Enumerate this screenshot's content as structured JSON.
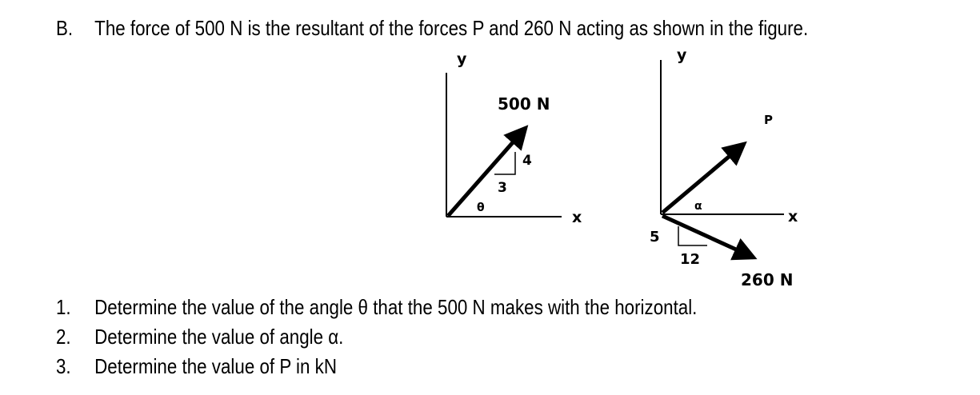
{
  "problem": {
    "letter": "B.",
    "statement": "The force of 500 N is the resultant of the forces P and 260 N acting as shown in the figure."
  },
  "figure": {
    "left": {
      "y_axis_label": "y",
      "x_axis_label": "x",
      "force_label": "500 N",
      "slope_rise": "4",
      "slope_run": "3",
      "angle_label": "θ"
    },
    "right": {
      "y_axis_label": "y",
      "x_axis_label": "x",
      "p_label": "P",
      "force_260_label": "260 N",
      "slope_rise": "5",
      "slope_run": "12",
      "angle_label": "α"
    }
  },
  "questions": [
    {
      "number": "1.",
      "text": "Determine the value of the angle θ that the 500 N makes with the horizontal."
    },
    {
      "number": "2.",
      "text": "Determine the value of angle α."
    },
    {
      "number": "3.",
      "text": "Determine the value of P in kN"
    }
  ]
}
